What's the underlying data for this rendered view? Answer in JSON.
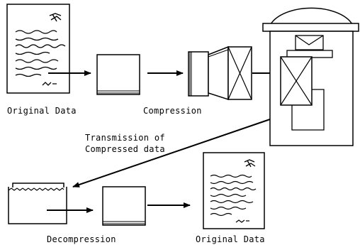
{
  "labels": {
    "original_data_top": "Original Data",
    "compression": "Compression",
    "transmission_line1": "Transmission of",
    "transmission_line2": "Compressed data",
    "decompression": "Decompression",
    "original_data_bottom": "Original Data"
  },
  "colors": {
    "ink": "#000000",
    "paper": "#ffffff"
  }
}
